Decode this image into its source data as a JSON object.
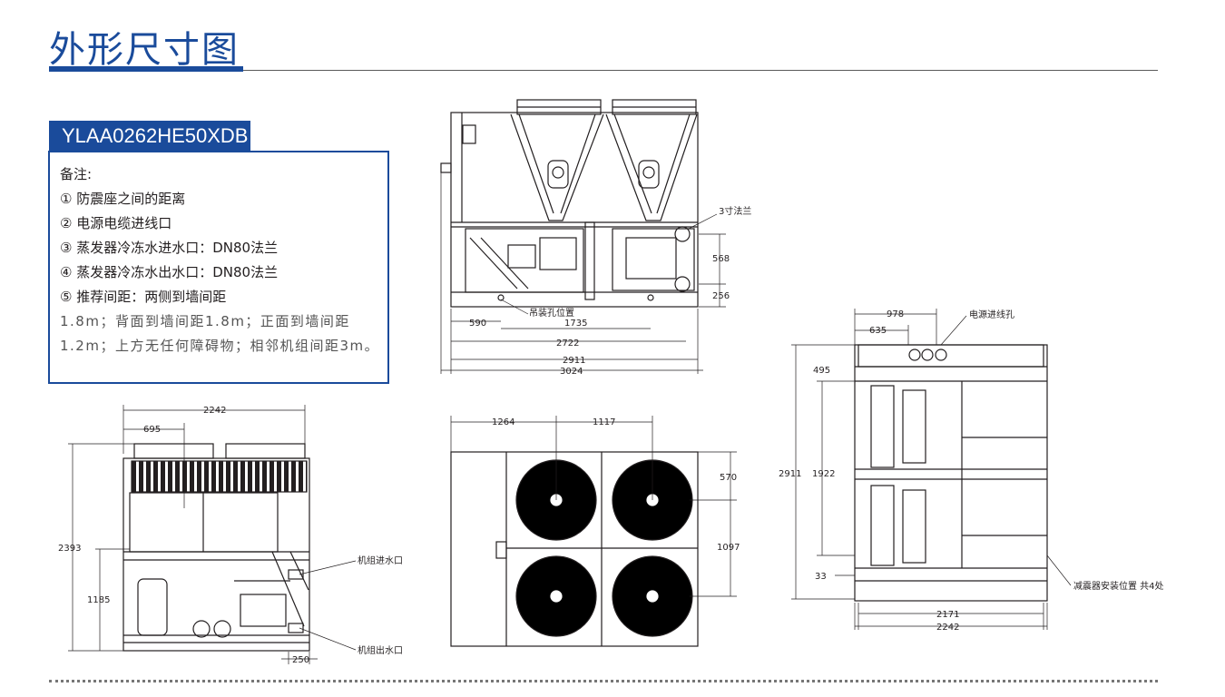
{
  "page_title": "外形尺寸图",
  "model": "YLAA0262HE50XDB",
  "notes": {
    "heading": "备注:",
    "items": [
      "① 防震座之间的距离",
      "② 电源电缆进线口",
      "③ 蒸发器冷冻水进水口：DN80法兰",
      "④ 蒸发器冷冻水出水口：DN80法兰",
      "⑤ 推荐间距：两侧到墙间距"
    ],
    "continuation": "1.8m；背面到墙间距1.8m；正面到墙间距1.2m；上方无任何障碍物；相邻机组间距3m。"
  },
  "front_view": {
    "dims": [
      "568",
      "256",
      "590",
      "1735",
      "2722",
      "2911",
      "3024"
    ],
    "labels": [
      "3寸法兰",
      "吊装孔位置"
    ]
  },
  "side_view": {
    "dims": [
      "2242",
      "695",
      "2393",
      "1185",
      "250"
    ],
    "labels": [
      "机组进水口",
      "机组出水口"
    ]
  },
  "top_view": {
    "dims": [
      "1264",
      "1117",
      "570",
      "1097"
    ]
  },
  "end_view": {
    "dims": [
      "978",
      "635",
      "495",
      "2911",
      "1922",
      "33",
      "2171",
      "2242"
    ],
    "labels": [
      "电源进线孔",
      "减震器安装位置  共4处"
    ]
  }
}
